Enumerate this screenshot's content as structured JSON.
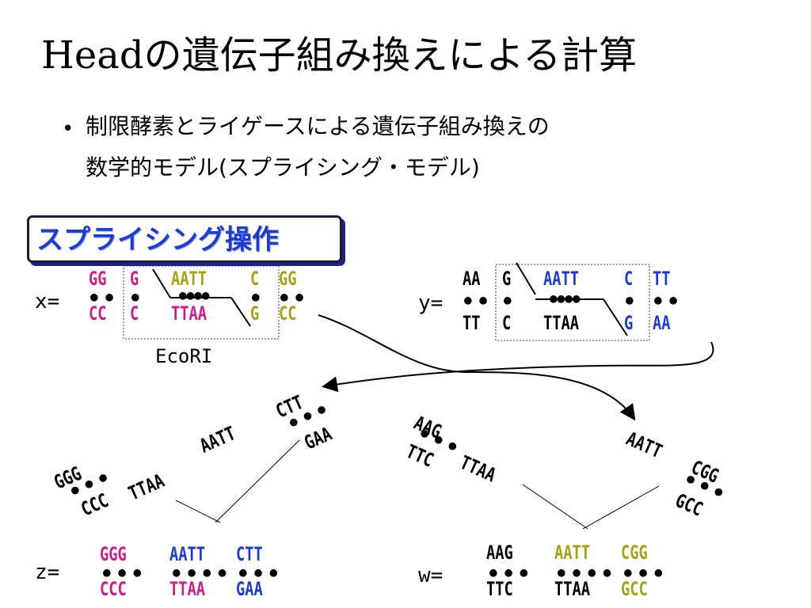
{
  "title": "Headの遺伝子組み換えによる計算",
  "bullet": {
    "marker": "•",
    "line1": "制限酵素とライゲースによる遺伝子組み換えの",
    "line2": "数学的モデル(スプライシング・モデル)"
  },
  "operation_label": "スプライシング操作",
  "enzyme_label": "EcoRI",
  "x": {
    "label": "x=",
    "top": [
      "GG",
      "G",
      "AATT",
      "C",
      "GG"
    ],
    "bottom": [
      "CC",
      "C",
      "TTAA",
      "G",
      "CC"
    ]
  },
  "y": {
    "label": "y=",
    "top": [
      "AA",
      "G",
      "AATT",
      "C",
      "TT"
    ],
    "bottom": [
      "TT",
      "C",
      "TTAA",
      "G",
      "AA"
    ]
  },
  "fragments": {
    "f_ggg": "GGG",
    "f_ccc": "CCC",
    "f_ttaa_left": "TTAA",
    "f_aatt_left": "AATT",
    "f_ctt": "CTT",
    "f_gaa": "GAA",
    "f_aag": "AAG",
    "f_ttc": "TTC",
    "f_ttaa_right": "TTAA",
    "f_aatt_right": "AATT",
    "f_cgg": "CGG",
    "f_gcc": "GCC"
  },
  "z": {
    "label": "z=",
    "top": [
      "GGG",
      "AATT",
      "CTT"
    ],
    "bottom": [
      "CCC",
      "TTAA",
      "GAA"
    ]
  },
  "w": {
    "label": "w=",
    "top": [
      "AAG",
      "AATT",
      "CGG"
    ],
    "bottom": [
      "TTC",
      "TTAA",
      "GCC"
    ]
  },
  "colors": {
    "magenta": "#d01a8c",
    "olive": "#a6a216",
    "blue": "#1a3bd4",
    "black": "#000000",
    "box_border": "#1c1c3c"
  }
}
